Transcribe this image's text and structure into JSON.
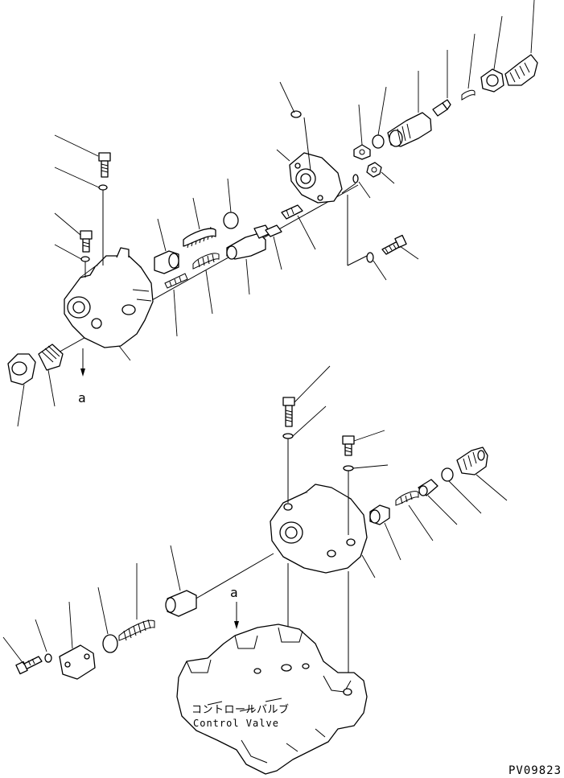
{
  "diagram": {
    "view_labels": {
      "upper": "a",
      "lower": "a"
    },
    "main_body_label": {
      "japanese": "コントロールバルブ",
      "english": "Control Valve"
    },
    "drawing_number": "PV09823"
  }
}
